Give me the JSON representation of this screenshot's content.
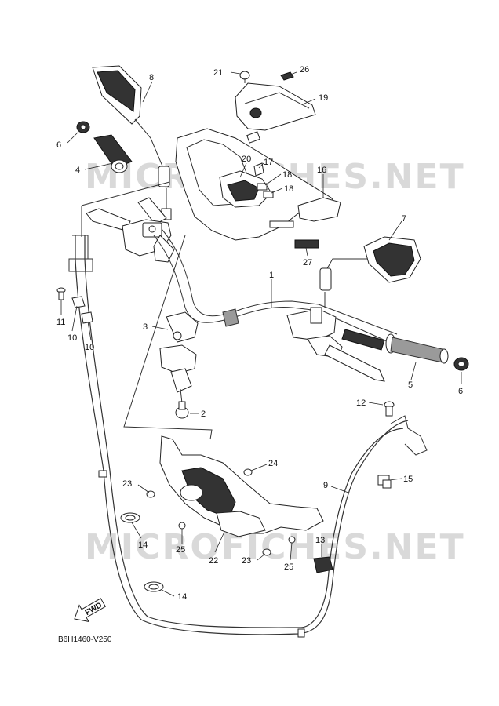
{
  "watermarks": [
    "MICROFICHES.NET",
    "MICROFICHES.NET"
  ],
  "diagram_code": "B6H1460-V250",
  "fwd_label": "FWD",
  "callouts": [
    "1",
    "2",
    "3",
    "4",
    "5",
    "6",
    "6",
    "7",
    "8",
    "9",
    "10",
    "10",
    "11",
    "12",
    "13",
    "14",
    "14",
    "15",
    "16",
    "17",
    "18",
    "18",
    "19",
    "20",
    "21",
    "22",
    "23",
    "23",
    "24",
    "25",
    "25",
    "26",
    "27"
  ]
}
